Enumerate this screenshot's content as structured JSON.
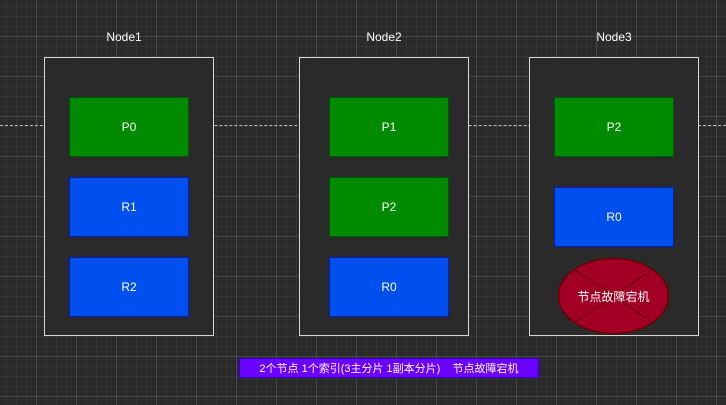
{
  "nodes": [
    {
      "label": "Node1",
      "shards": [
        "P0",
        "R1",
        "R2"
      ]
    },
    {
      "label": "Node2",
      "shards": [
        "P1",
        "P2",
        "R0"
      ]
    },
    {
      "label": "Node3",
      "shards": [
        "P2",
        "R0"
      ],
      "failure_label": "节点故障宕机"
    }
  ],
  "caption": "2个节点 1个索引(3主分片 1副本分片)    节点故障宕机",
  "colors": {
    "primary": "#008a00",
    "replica": "#0050ef",
    "failure": "#a20025",
    "caption_bg": "#6a00ff"
  }
}
